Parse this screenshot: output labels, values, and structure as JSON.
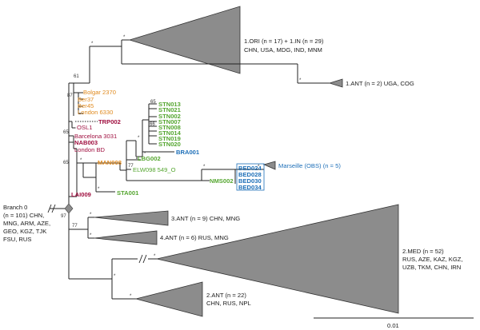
{
  "colors": {
    "orange": "#e08a1e",
    "crimson": "#a01040",
    "green": "#55a630",
    "blue": "#1d6fb8",
    "triangle": "#8c8c8c",
    "line": "#222222"
  },
  "clades": {
    "ori_in": {
      "line1": "1.ORI (n = 17) + 1.IN (n = 29)",
      "line2": "CHN, USA, MDG, IND, MNM"
    },
    "ant1": {
      "line1": "1.ANT (n = 2) UGA, COG"
    },
    "marseille": {
      "line1": "Marseille (OBS) (n = 5)"
    },
    "ant3": {
      "line1": "3.ANT (n = 9) CHN, MNG"
    },
    "ant4": {
      "line1": "4.ANT (n = 6) RUS, MNG"
    },
    "med2": {
      "line1": "2.MED (n = 52)",
      "line2": "RUS, AZE, KAZ, KGZ,",
      "line3": "UZB, TKM, CHN, IRN"
    },
    "ant2": {
      "line1": "2.ANT (n = 22)",
      "line2": "CHN, RUS, NPL"
    },
    "branch0": {
      "line1": "Branch 0",
      "line2": "(n = 101) CHN,",
      "line3": "MNG, ARM, AZE,",
      "line4": "GEO, KGZ, TJK",
      "line5": "FSU, RUS"
    }
  },
  "taxa": {
    "orange_group": [
      "Bolgar 2370",
      "Ber37",
      "Ber45",
      "London 6330"
    ],
    "trp002": "TRP002",
    "osl1": "OSL1",
    "barcelona": "Barcelona 3031",
    "nab003": "NAB003",
    "london_bd": "London BD",
    "man008": "MAN008",
    "lai009": "LAI009",
    "stn_group": [
      "STN013",
      "STN021",
      "STN002",
      "STN007",
      "STN008",
      "STN014",
      "STN019",
      "STN020"
    ],
    "bra001": "BRA001",
    "lbg002": "LBG002",
    "elw098": "ELW098 549_O",
    "nms002": "NMS002",
    "sta001": "STA001",
    "bed_group": [
      "BED024",
      "BED028",
      "BED030",
      "BED034"
    ]
  },
  "support": {
    "s61": "61",
    "s87": "87",
    "s65a": "65",
    "s65b": "65",
    "s65c": "65",
    "s66": "66",
    "s77a": "77",
    "s77b": "77",
    "s97": "97",
    "star": "*"
  },
  "scale": {
    "label": "0.01"
  }
}
